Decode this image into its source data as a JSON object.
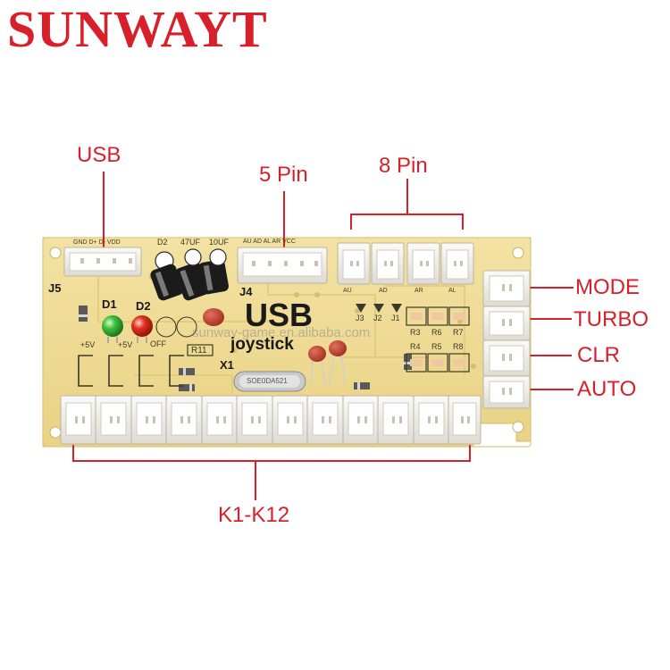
{
  "brand": {
    "text": "SUNWAYT",
    "color": "#d8202a"
  },
  "callouts": {
    "usb": "USB",
    "five_pin": "5 Pin",
    "eight_pin": "8 Pin",
    "mode": "MODE",
    "turbo": "TURBO",
    "clr": "CLR",
    "auto": "AUTO",
    "k1_k12": "K1-K12"
  },
  "board": {
    "title": "USB",
    "subtitle": "joystick",
    "j5": "J5",
    "j4": "J4",
    "d1": "D1",
    "d2": "D2",
    "x1": "X1",
    "r11": "R11",
    "plus5v_a": "+5V",
    "plus5v_b": "+5V",
    "off": "OFF",
    "usb_pins": "GND D+ D- VDD",
    "cap_a": "D2",
    "cap_b": "47UF",
    "cap_c": "10UF",
    "j4_pins": "AU AD AL AR VCC",
    "j3": "J3",
    "j2": "J2",
    "j1": "J1",
    "au": "AU",
    "ad": "AD",
    "ar": "AR",
    "al": "AL",
    "r3": "R3",
    "r6": "R6",
    "r7": "R7",
    "r4": "R4",
    "r5": "R5",
    "r8": "R8",
    "crystal": "SOE0DA521"
  },
  "watermark": "sunway-game.en.alibaba.com",
  "colors": {
    "board": "#f0dc96",
    "connector": "#f4f2ec",
    "label": "#d8202a"
  }
}
